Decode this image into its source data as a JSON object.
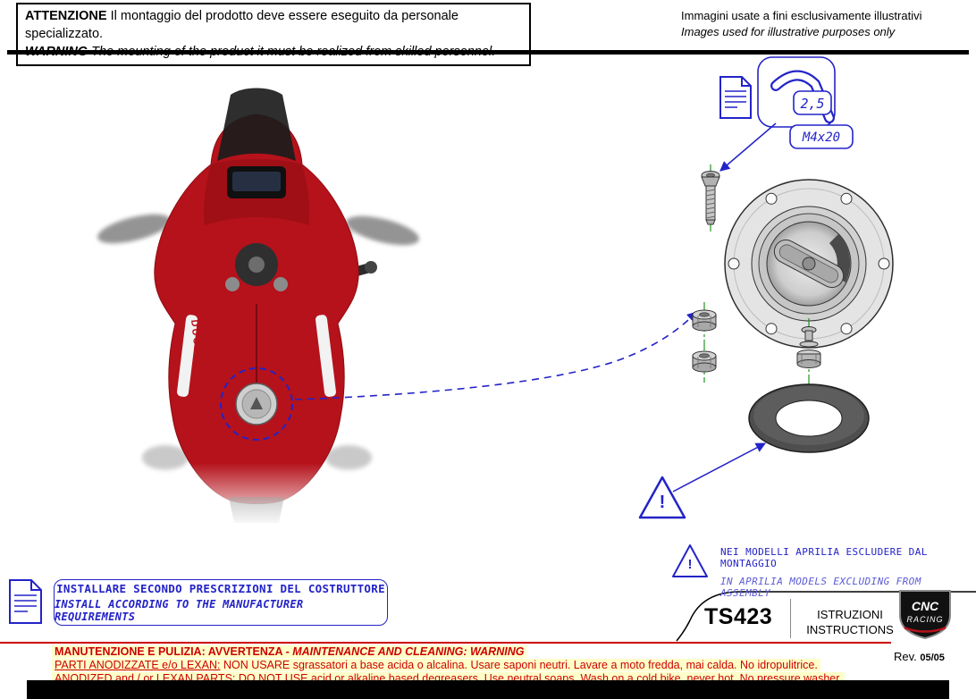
{
  "header": {
    "attention_it_label": "ATTENZIONE",
    "attention_it_text": " Il montaggio del prodotto deve essere eseguito da personale specializzato.",
    "attention_en_label": "WARNING",
    "attention_en_text": " The mounting of the product it must be realized from skilled personnel.",
    "illustrative_it": "Immagini usate a fini esclusivamente illustrativi",
    "illustrative_en": "Images used for illustrative purposes only"
  },
  "bike": {
    "brand": "DUCATI"
  },
  "diagram": {
    "hex_key_size": "2,5",
    "screw_spec": "M4x20",
    "warning_mark": "!"
  },
  "aprilia_note": {
    "warning_mark": "!",
    "line_it": "NEI MODELLI APRILIA ESCLUDERE DAL MONTAGGIO",
    "line_en": "IN APRILIA MODELS EXCLUDING FROM ASSEMBLY"
  },
  "install_note": {
    "line_it": "INSTALLARE SECONDO PRESCRIZIONI DEL COSTRUTTORE",
    "line_en": "INSTALL ACCORDING TO THE MANUFACTURER REQUIREMENTS"
  },
  "footer": {
    "product_code": "TS423",
    "instructions_it": "ISTRUZIONI",
    "instructions_en": "INSTRUCTIONS",
    "brand_line1": "CNC",
    "brand_line2": "RACING",
    "rev_label": "Rev.",
    "rev_value": "05/05"
  },
  "maintenance": {
    "title_it": "MANUTENZIONE E PULIZIA: AVVERTENZA - ",
    "title_en": "MAINTENANCE AND CLEANING: WARNING",
    "anodized_label_it": "PARTI ANODIZZATE  e/o LEXAN:",
    "anodized_text_it": "  NON USARE sgrassatori a base acida o alcalina. Usare saponi neutri. Lavare a moto fredda, mai calda. No idropulitrice.",
    "anodized_label_en": "ANODIZED and / or LEXAN PARTS:",
    "anodized_text_en": " DO NOT USE acid or alkaline based degreasers. Use neutral soaps. Wash on a cold bike, never hot. No pressure washer."
  },
  "colors": {
    "accent_blue": "#2323c8",
    "warning_red": "#cc0000",
    "centerline_green": "#0f8a0f",
    "highlight_yellow": "#ffffc9",
    "bike_red": "#b5121b"
  }
}
